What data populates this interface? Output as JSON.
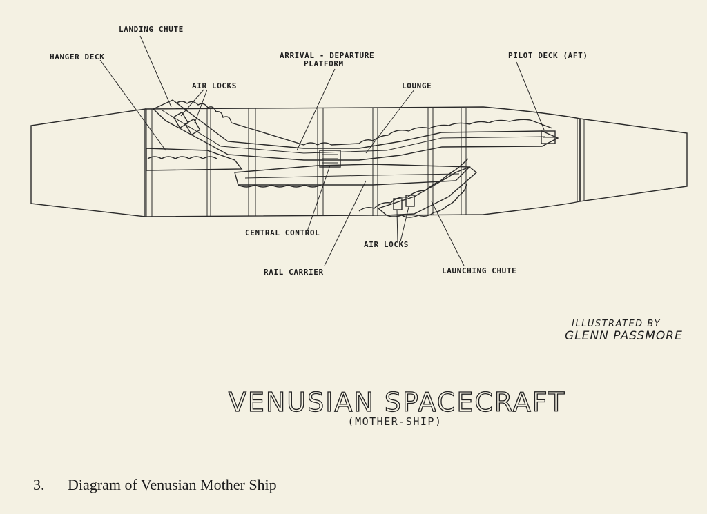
{
  "diagram": {
    "labels": {
      "landing_chute": "LANDING CHUTE",
      "hanger_deck": "HANGER DECK",
      "air_locks_top": "AIR LOCKS",
      "arrival_departure": "ARRIVAL - DEPARTURE",
      "platform": "PLATFORM",
      "lounge": "LOUNGE",
      "pilot_deck": "PILOT DECK (AFT)",
      "central_control": "CENTRAL CONTROL",
      "air_locks_bottom": "AIR LOCKS",
      "rail_carrier": "RAIL CARRIER",
      "launching_chute": "LAUNCHING CHUTE"
    },
    "credit": {
      "line1": "ILLUSTRATED BY",
      "line2": "GLENN PASSMORE"
    },
    "title": "VENUSIAN SPACECRAFT",
    "subtitle": "(MOTHER-SHIP)"
  },
  "caption": {
    "number": "3.",
    "text": "Diagram of Venusian Mother Ship"
  }
}
